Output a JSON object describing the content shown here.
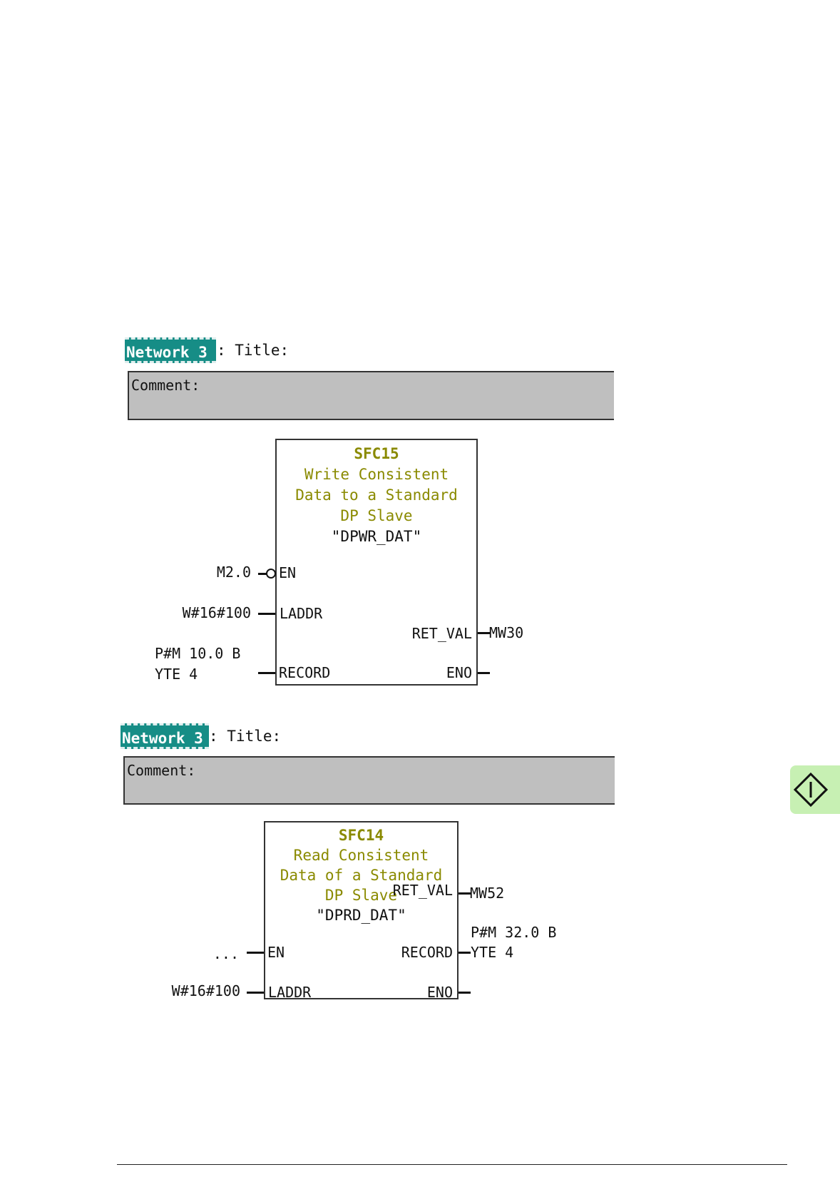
{
  "network1": {
    "label": "Network 3",
    "title": ": Title:",
    "comment": "Comment:",
    "block": {
      "type": "SFC15",
      "description": [
        "Write Consistent",
        "Data to a Standard",
        "DP Slave"
      ],
      "instance": "\"DPWR_DAT\"",
      "pins": {
        "en": "EN",
        "laddr": "LADDR",
        "record": "RECORD",
        "ret_val": "RET_VAL",
        "eno": "ENO"
      },
      "operands": {
        "en": "M2.0",
        "laddr": "W#16#100",
        "record_line1": "P#M 10.0 B",
        "record_line2": "YTE 4",
        "ret_val": "MW30"
      }
    }
  },
  "network2": {
    "label": "Network 3",
    "title": ": Title:",
    "comment": "Comment:",
    "block": {
      "type": "SFC14",
      "description": [
        "Read Consistent",
        "Data of a Standard",
        "DP Slave"
      ],
      "instance": "\"DPRD_DAT\"",
      "pins": {
        "en": "EN",
        "laddr": "LADDR",
        "record": "RECORD",
        "ret_val": "RET_VAL",
        "eno": "ENO"
      },
      "operands": {
        "en": "...",
        "laddr": "W#16#100",
        "ret_val": "MW52",
        "record_line1": "P#M 32.0 B",
        "record_line2": "YTE 4"
      }
    }
  },
  "colors": {
    "network_label_bg": "#168d86",
    "comment_bg": "#bfbfbf",
    "block_title": "#8a8a00",
    "nav_badge": "#c7f0b3"
  },
  "icons": {
    "nav": "diamond-info-icon"
  }
}
